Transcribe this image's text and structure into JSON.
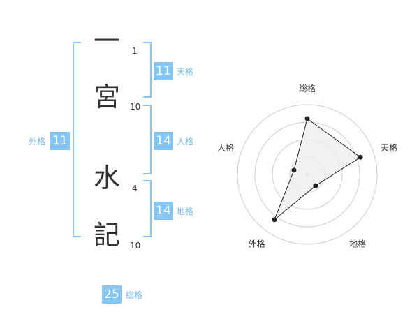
{
  "name_kanji": [
    {
      "char": "一",
      "strokes": "1"
    },
    {
      "char": "宮",
      "strokes": "10"
    },
    {
      "char": "水",
      "strokes": "4"
    },
    {
      "char": "記",
      "strokes": "10"
    }
  ],
  "fortunes": {
    "tenkaku": {
      "value": "11",
      "label": "天格"
    },
    "jinkaku": {
      "value": "14",
      "label": "人格"
    },
    "chikaku": {
      "value": "14",
      "label": "地格"
    },
    "gaikaku": {
      "value": "11",
      "label": "外格"
    },
    "soukaku": {
      "value": "25",
      "label": "総格"
    }
  },
  "colors": {
    "accent": "#84c6f5",
    "accent_text": "#73b9ed",
    "text": "#333333",
    "radar_ring": "#cccccc",
    "radar_fill": "#eeeeee"
  },
  "chart_data": {
    "type": "radar",
    "axes": [
      "総格",
      "天格",
      "地格",
      "外格",
      "人格"
    ],
    "values": [
      4,
      4,
      1,
      4,
      1
    ],
    "rmax": 5,
    "rings": 4
  }
}
